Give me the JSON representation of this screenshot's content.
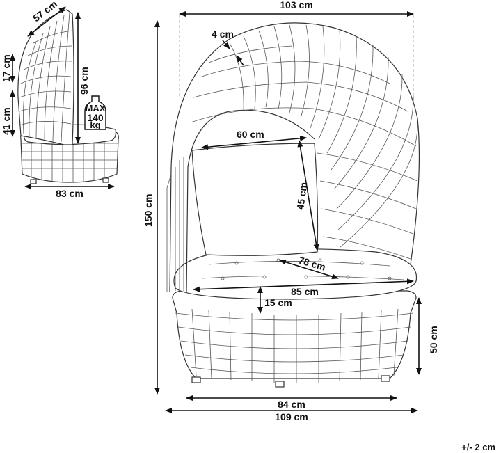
{
  "labels": {
    "small_depth": "57 cm",
    "small_top_height": "17 cm",
    "small_total_height": "96 cm",
    "small_mid_height": "41 cm",
    "small_width": "83 cm",
    "max_load_max": "MAX",
    "max_load_value": "140",
    "max_load_unit": "kg",
    "top_width": "103 cm",
    "frame_thickness": "4 cm",
    "total_height": "150 cm",
    "back_width": "60 cm",
    "back_height": "45 cm",
    "seat_diagonal": "78 cm",
    "seat_width": "85 cm",
    "cushion_height": "15 cm",
    "base_height": "50 cm",
    "base_width": "84 cm",
    "outer_width": "109 cm",
    "tolerance": "+/- 2 cm"
  },
  "colors": {
    "line": "#333333",
    "dimension": "#111111",
    "background": "#ffffff"
  }
}
